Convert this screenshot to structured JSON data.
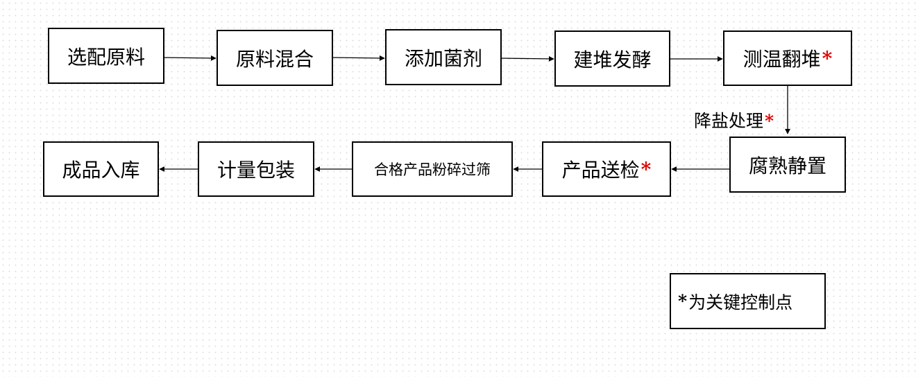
{
  "steps": {
    "s1": {
      "label": "选配原料",
      "star": ""
    },
    "s2": {
      "label": "原料混合",
      "star": ""
    },
    "s3": {
      "label": "添加菌剂",
      "star": ""
    },
    "s4": {
      "label": "建堆发酵",
      "star": ""
    },
    "s5": {
      "label": "测温翻堆",
      "star": "*"
    },
    "s6": {
      "label": "腐熟静置",
      "star": ""
    },
    "s7": {
      "label": "产品送检",
      "star": "*"
    },
    "s8": {
      "label": "合格产品粉碎过筛",
      "star": ""
    },
    "s9": {
      "label": "计量包装",
      "star": ""
    },
    "s10": {
      "label": "成品入库",
      "star": ""
    }
  },
  "edge_labels": {
    "desalt": {
      "label": "降盐处理",
      "star": "*"
    }
  },
  "legend": {
    "star": "*",
    "text": "为关键控制点"
  },
  "colors": {
    "key_point_star": "#e00000",
    "line": "#000000"
  }
}
